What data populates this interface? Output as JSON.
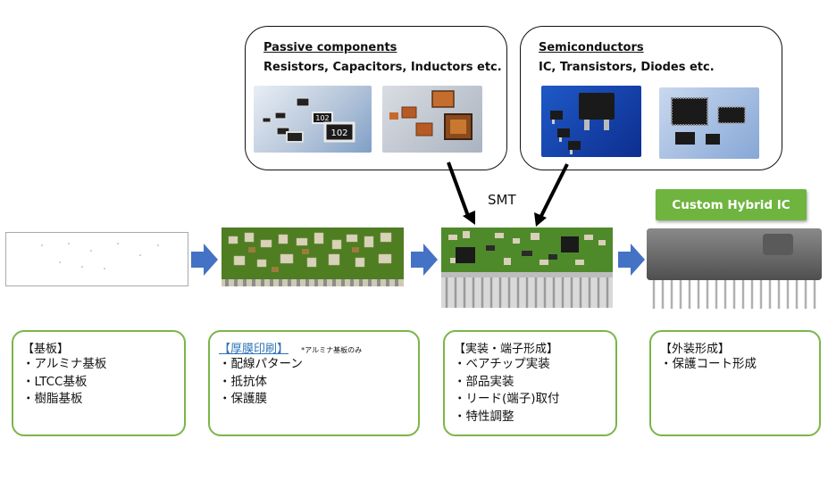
{
  "passive": {
    "title": "Passive components",
    "subtitle": "Resistors, Capacitors, Inductors etc.",
    "chip_label": "102"
  },
  "semis": {
    "title": "Semiconductors",
    "subtitle": "IC, Transistors, Diodes etc."
  },
  "smt_label": "SMT",
  "badge_label": "Custom Hybrid IC",
  "stages": [
    {
      "heading": "【基板】",
      "items": [
        "・アルミナ基板",
        "・LTCC基板",
        "・樹脂基板"
      ]
    },
    {
      "heading": "【厚膜印刷】",
      "note": "*アルミナ基板のみ",
      "items": [
        "・配線パターン",
        "・抵抗体",
        "・保護膜"
      ]
    },
    {
      "heading": "【実装・端子形成】",
      "items": [
        "・ベアチップ実装",
        "・部品実装",
        "・リード(端子)取付",
        "・特性調整"
      ]
    },
    {
      "heading": "【外装形成】",
      "items": [
        "・保護コート形成"
      ]
    }
  ],
  "colors": {
    "flow_arrow": "#4472c4",
    "box_border": "#7ab648",
    "badge": "#6fb43f",
    "link_heading": "#2e75b6"
  }
}
